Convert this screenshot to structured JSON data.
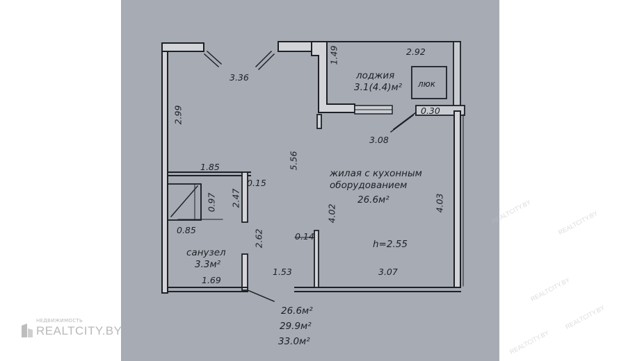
{
  "plan": {
    "dimensions": {
      "top_left_window": "3.36",
      "top_mid_wall": "1.49",
      "loggia_width": "2.92",
      "left_wall": "2.99",
      "loggia_small": "0.30",
      "door_width": "3.08",
      "bath_width": "1.85",
      "center_height": "5.56",
      "bath_small": "0.15",
      "bath_inner_1": "0.97",
      "bath_inner_2": "2.47",
      "bath_inner_3": "0.85",
      "bath_height": "2.62",
      "room_left_height": "4.02",
      "room_right_height": "4.03",
      "partition": "0.14",
      "corridor_width": "1.53",
      "room_width": "3.07",
      "bath_bottom": "1.69"
    },
    "rooms": {
      "loggia_name": "лоджия",
      "loggia_area": "3.1(4.4)м²",
      "hatch": "люк",
      "living_name_1": "жилая с кухонным",
      "living_name_2": "оборудованием",
      "living_area": "26.6м²",
      "ceiling": "h=2.55",
      "bath_name": "санузел",
      "bath_area": "3.3м²"
    },
    "totals": [
      "26.6м²",
      "29.9м²",
      "33.0м²"
    ]
  },
  "logo": {
    "sub": "НЕДВИЖИМОСТЬ",
    "main": "REALTCITY.BY"
  },
  "watermark": "REALTCITY.BY"
}
